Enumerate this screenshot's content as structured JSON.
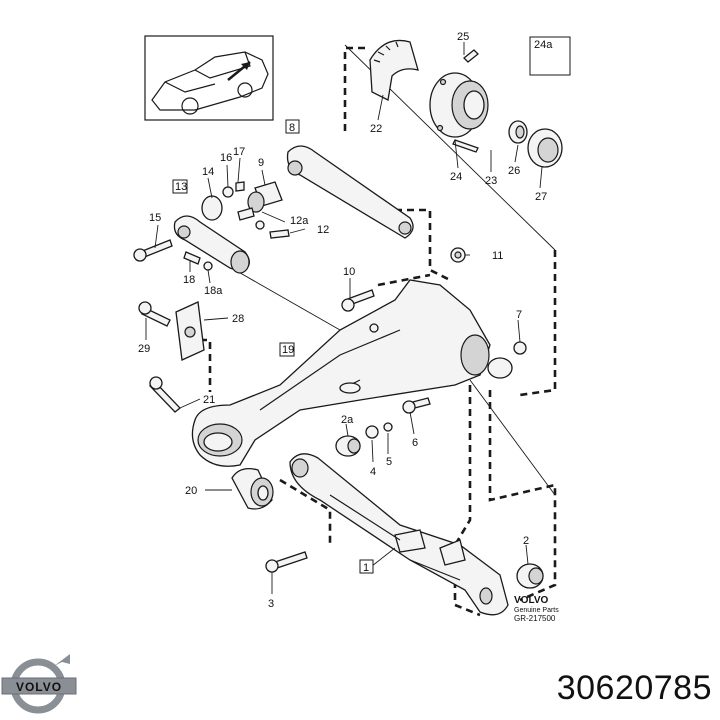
{
  "diagram": {
    "callouts": [
      "1",
      "2",
      "2a",
      "3",
      "4",
      "5",
      "6",
      "7",
      "8",
      "9",
      "10",
      "11",
      "12",
      "12a",
      "13",
      "14",
      "15",
      "16",
      "17",
      "18",
      "18a",
      "19",
      "20",
      "21",
      "22",
      "23",
      "24",
      "24a",
      "25",
      "26",
      "27",
      "28",
      "29"
    ],
    "boxed_callouts": [
      "8",
      "13",
      "19",
      "1",
      "24a"
    ],
    "brand_note": {
      "brand": "VOLVO",
      "line1": "Genuine Parts",
      "code": "GR-217500"
    }
  },
  "footer": {
    "logo_text": "VOLVO",
    "part_number": "30620785"
  },
  "colors": {
    "line": "#1a1a1a",
    "fill": "#f2f2f2",
    "shade": "#cfcfcf",
    "logo_ring": "#8a8f96"
  }
}
